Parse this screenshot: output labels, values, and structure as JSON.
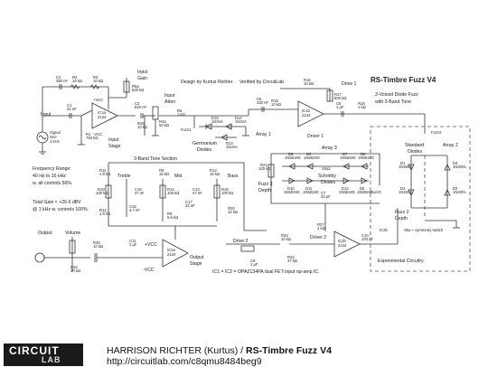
{
  "title": "RS-Timbre Fuzz V4",
  "subtitle_lines": [
    "3-Voiced Diode Fuzz",
    "with 3-Band Tone"
  ],
  "design_by": "Design by Kurtus Richter",
  "verified_by": "Verified by CircuitLab",
  "specs": {
    "freq_range": [
      "Frequency Range:",
      "40 Hz to 16 kHz",
      "w. all controls 50%."
    ],
    "gain": [
      "Total Gain < +26.6 dBV",
      "@ 1 kHz w. controls 100%."
    ]
  },
  "ic_note": "IC1 = IC2 = OPA2134PA dual FET-input op-amp IC.",
  "experimental_label": "Experimental Circuitry",
  "stage_labels": {
    "input": "Input",
    "input_stage": [
      "Input",
      "Stage"
    ],
    "input_gain": [
      "Input",
      "Gain"
    ],
    "input_atten": [
      "Input",
      "Atten"
    ],
    "germanium": [
      "Germanium",
      "Diodes"
    ],
    "array1": "Array 1",
    "driver1": "Driver 1",
    "drive1": "Drive 1",
    "array3": "Array 3",
    "schottky": [
      "Schottky",
      "Diodes"
    ],
    "fuzz3": "Fuzz3",
    "fuzz2": "Fuzz2",
    "fuzz3_depth": [
      "Fuzz 3",
      "Depth"
    ],
    "fuzz2_depth": [
      "Fuzz 2",
      "Depth"
    ],
    "standard_diodes": [
      "Standard",
      "Diodes"
    ],
    "array2": "Array 2",
    "driver2": "Driver 2",
    "drive2": "Drive 2",
    "tone_section": "3-Band Tone Section",
    "treble": "Treble",
    "mid": "Mid",
    "bass": "Bass",
    "output": "Output",
    "volume": "Volume",
    "output_stage": [
      "Output",
      "Stage"
    ],
    "sym_note": "S5a + symmetry switch",
    "signal": [
      "Signal",
      "sine",
      "1 kHz"
    ],
    "vcc": "+VCC",
    "vee": "-VCC"
  },
  "components": [
    {
      "ref": "C2",
      "val": "390 nF"
    },
    {
      "ref": "R2",
      "val": "10 kΩ"
    },
    {
      "ref": "R3",
      "val": "10 kΩ"
    },
    {
      "ref": "C1",
      "val": "22 nF"
    },
    {
      "ref": "R1",
      "val": "750 kΩ"
    },
    {
      "ref": "IC1a",
      "val": "2134"
    },
    {
      "ref": "R5a",
      "val": "500 kΩ"
    },
    {
      "ref": "C3",
      "val": "820 nF"
    },
    {
      "ref": "R26",
      "val": "10 kΩ"
    },
    {
      "ref": "R4a",
      "val": "50 kΩ"
    },
    {
      "ref": "R6",
      "val": "1 kΩ"
    },
    {
      "ref": "D15",
      "val": "1N34A"
    },
    {
      "ref": "D14",
      "val": "1N34A"
    },
    {
      "ref": "D13",
      "val": "1N34A"
    },
    {
      "ref": "C5",
      "val": "330 nF"
    },
    {
      "ref": "R15",
      "val": "10 kΩ"
    },
    {
      "ref": "R16",
      "val": "10 kΩ"
    },
    {
      "ref": "R17",
      "val": "500 kΩ"
    },
    {
      "ref": "IC1b",
      "val": "2134"
    },
    {
      "ref": "C6",
      "val": "1 μF"
    },
    {
      "ref": "R18",
      "val": "1 kΩ"
    },
    {
      "ref": "R21",
      "val": "100 kΩ"
    },
    {
      "ref": "D9",
      "val": "1N5819G"
    },
    {
      "ref": "D5",
      "val": "1N5819G"
    },
    {
      "ref": "D7",
      "val": "1N5819G"
    },
    {
      "ref": "D8",
      "val": "1N5819G"
    },
    {
      "ref": "D10",
      "val": "1N5819G"
    },
    {
      "ref": "D11",
      "val": "1N5819G"
    },
    {
      "ref": "D12",
      "val": "1N5819G"
    },
    {
      "ref": "D6",
      "val": "1N5819G"
    },
    {
      "ref": "D1",
      "val": "1N4001"
    },
    {
      "ref": "D2",
      "val": "1N4001"
    },
    {
      "ref": "D3",
      "val": "1N4001"
    },
    {
      "ref": "D4",
      "val": "1N4001"
    },
    {
      "ref": "R11",
      "val": "1.8 kΩ"
    },
    {
      "ref": "R10",
      "val": "100 kΩ"
    },
    {
      "ref": "R12",
      "val": "1.8 kΩ"
    },
    {
      "ref": "C15",
      "val": "4.7 nF"
    },
    {
      "ref": "R8",
      "val": "15 kΩ"
    },
    {
      "ref": "C16",
      "val": "47 nF"
    },
    {
      "ref": "R14",
      "val": "100 kΩ"
    },
    {
      "ref": "R9",
      "val": "5.6 kΩ"
    },
    {
      "ref": "C17",
      "val": "22 nF"
    },
    {
      "ref": "R13",
      "val": "15 kΩ"
    },
    {
      "ref": "R19",
      "val": "100 kΩ"
    },
    {
      "ref": "C13",
      "val": "47 nF"
    },
    {
      "ref": "R20",
      "val": "10 kΩ"
    },
    {
      "ref": "C18",
      "val": "10 μF"
    },
    {
      "ref": "C11",
      "val": "1 μF"
    },
    {
      "ref": "R25",
      "val": "10 kΩ"
    },
    {
      "ref": "R22",
      "val": "10 kΩ"
    },
    {
      "ref": "C9",
      "val": "1 μF"
    },
    {
      "ref": "R23",
      "val": "10 kΩ"
    },
    {
      "ref": "R24",
      "val": "47 kΩ"
    },
    {
      "ref": "R27",
      "val": "1 kΩ"
    },
    {
      "ref": "C10",
      "val": "100 nF"
    },
    {
      "ref": "IC2a",
      "val": "2134"
    },
    {
      "ref": "IC2b",
      "val": "2134"
    },
    {
      "ref": "C7",
      "val": "33 pF"
    }
  ],
  "footer": {
    "logo_top": "CIRCUIT",
    "logo_bottom": "LAB",
    "author": "HARRISON RICHTER (Kurtus)",
    "sep": " / ",
    "circuit_name": "RS-Timbre Fuzz V4",
    "url": "http://circuitlab.com/c8qmu8484beg9"
  }
}
